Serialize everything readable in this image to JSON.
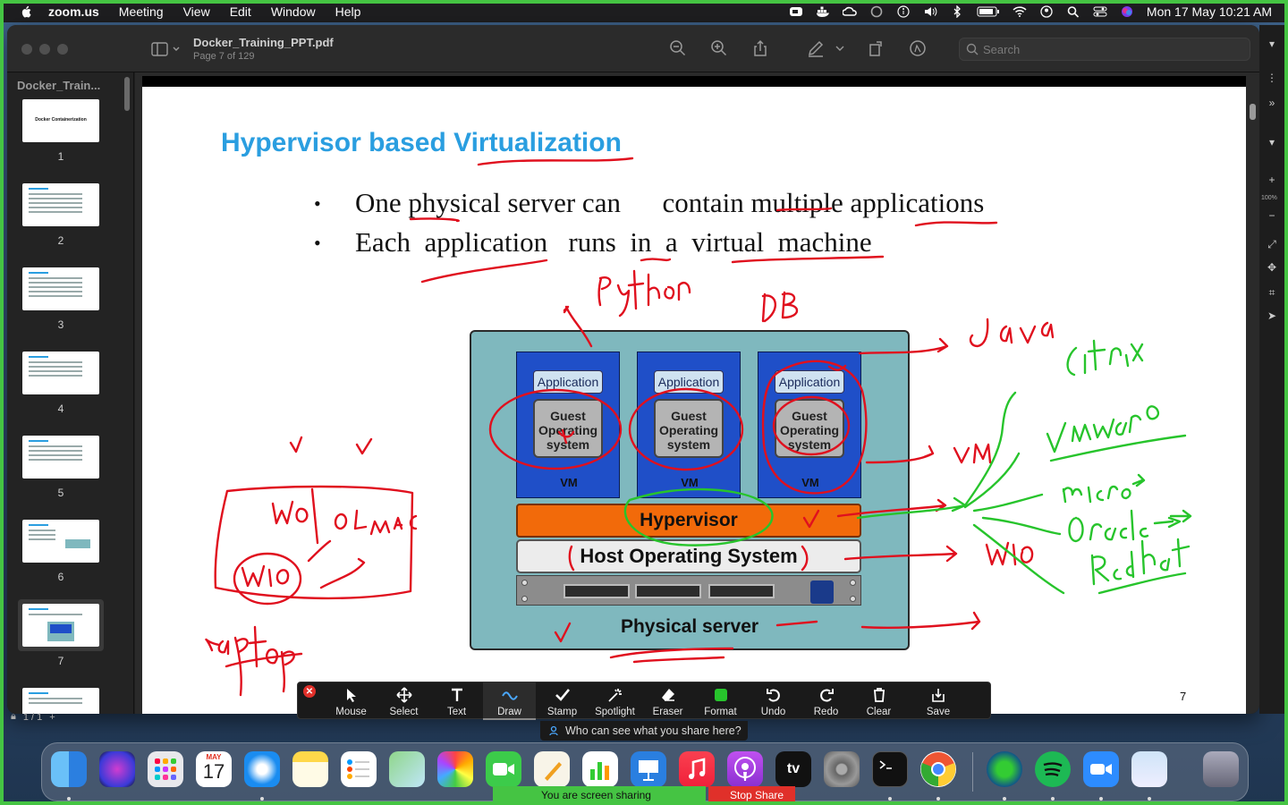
{
  "menubar": {
    "app_name": "zoom.us",
    "menus": [
      "Meeting",
      "View",
      "Edit",
      "Window",
      "Help"
    ],
    "datetime": "Mon 17 May  10:21 AM"
  },
  "window": {
    "doc_title": "Docker_Training_PPT.pdf",
    "page_info": "Page 7 of 129",
    "search_placeholder": "Search"
  },
  "sidebar": {
    "title": "Docker_Train...",
    "thumbs": [
      {
        "num": "1",
        "label": "Docker Containerization"
      },
      {
        "num": "2"
      },
      {
        "num": "3"
      },
      {
        "num": "4"
      },
      {
        "num": "5"
      },
      {
        "num": "6"
      },
      {
        "num": "7"
      }
    ],
    "page_counter": "1 / 1"
  },
  "slide": {
    "title": "Hypervisor based Virtualization",
    "bullets": [
      "One physical server can      contain multiple applications",
      "Each  application   runs  in  a  virtual  machine"
    ],
    "diagram": {
      "app_label": "Application",
      "guest_os_label": "Guest\nOperating\nsystem",
      "vm_label": "VM",
      "hypervisor": "Hypervisor",
      "host_os": "Host Operating System",
      "physical": "Physical server"
    },
    "page_number": "7"
  },
  "annotations": {
    "red": [
      "Python",
      "DB",
      "Java",
      "VM",
      "W10",
      "W8",
      "OL",
      "MAC",
      "W10",
      "laptop"
    ],
    "green": [
      "Citrix",
      "VMware",
      "micro",
      "Oracle",
      "Redhat"
    ]
  },
  "zoom_toolbar": {
    "tools": [
      {
        "label": "Mouse",
        "icon": "mouse-pointer-icon"
      },
      {
        "label": "Select",
        "icon": "move-icon"
      },
      {
        "label": "Text",
        "icon": "text-icon"
      },
      {
        "label": "Draw",
        "icon": "draw-wave-icon"
      },
      {
        "label": "Stamp",
        "icon": "checkmark-icon"
      },
      {
        "label": "Spotlight",
        "icon": "spotlight-wand-icon"
      },
      {
        "label": "Eraser",
        "icon": "eraser-icon"
      },
      {
        "label": "Format",
        "icon": "format-color-icon"
      },
      {
        "label": "Undo",
        "icon": "undo-icon"
      },
      {
        "label": "Redo",
        "icon": "redo-icon"
      },
      {
        "label": "Clear",
        "icon": "trash-icon"
      },
      {
        "label": "Save",
        "icon": "save-icon"
      }
    ],
    "selected": "Draw",
    "who_can_see": "Who can see what you share here?"
  },
  "share_bar": {
    "sharing_text": "You are screen sharing",
    "stop_label": "Stop Share"
  },
  "dock": {
    "calendar_month": "MAY",
    "calendar_day": "17",
    "tv_label": "tv"
  },
  "right_strip": {
    "zoom_level": "100%"
  },
  "colors": {
    "title_blue": "#2a9ee0",
    "ink_red": "#e0101e",
    "ink_green": "#27c42c",
    "share_green": "#45c443"
  }
}
